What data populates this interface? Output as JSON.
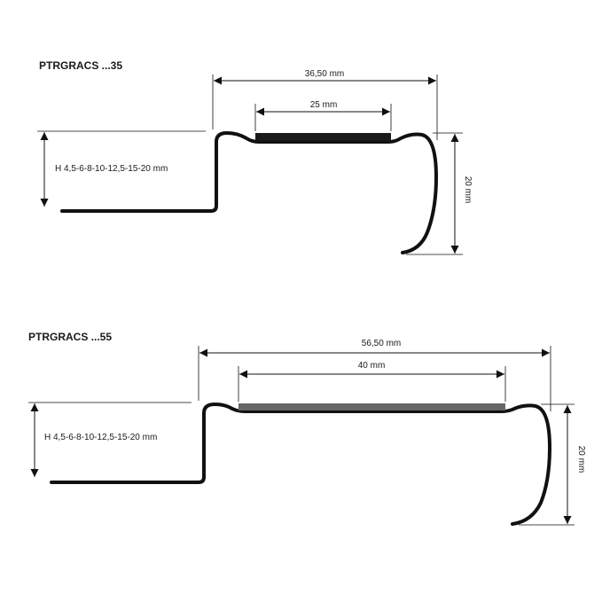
{
  "profiles": [
    {
      "title": "PTRGRACS ...35",
      "overall_width": "36,50 mm",
      "insert_width": "25 mm",
      "height_range": "H  4,5-6-8-10-12,5-15-20 mm",
      "nose_height": "20 mm",
      "insert_color": "#1a1a1a"
    },
    {
      "title": "PTRGRACS ...55",
      "overall_width": "56,50 mm",
      "insert_width": "40 mm",
      "height_range": "H  4,5-6-8-10-12,5-15-20 mm",
      "nose_height": "20 mm",
      "insert_color": "#666666"
    }
  ]
}
